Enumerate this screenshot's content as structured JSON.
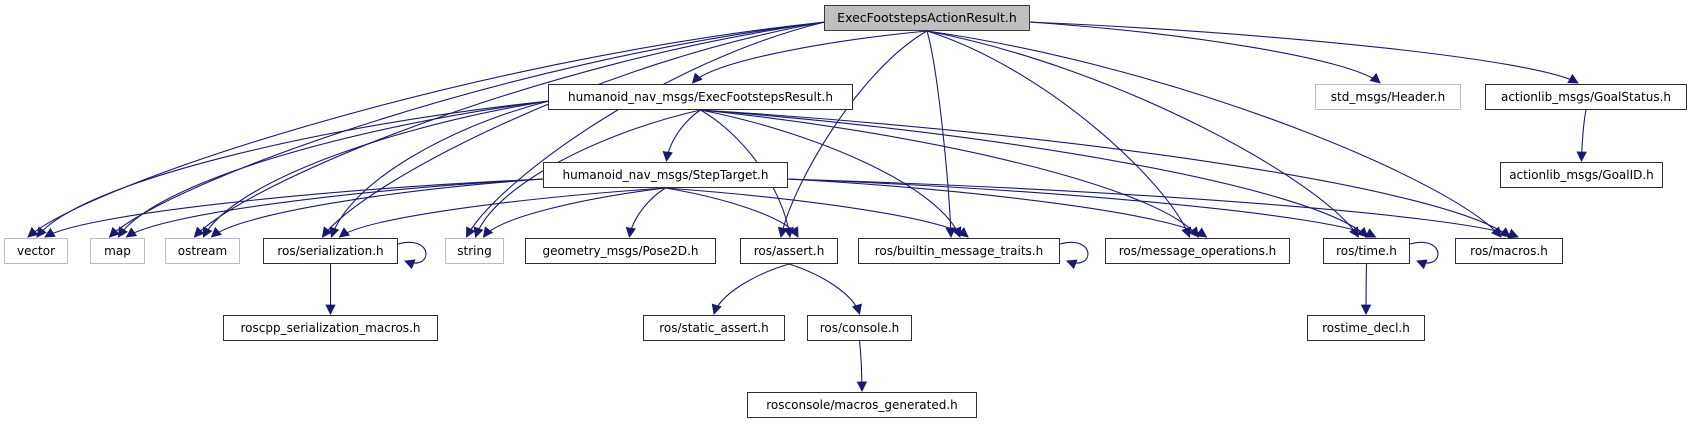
{
  "diagram": {
    "kind": "include-dependency-graph",
    "edge_color": "#191970",
    "root_fill": "#bfbfbf",
    "nodes": [
      {
        "id": "exec-footsteps-action-result",
        "label": "ExecFootstepsActionResult.h",
        "style": "root"
      },
      {
        "id": "exec-footsteps-result",
        "label": "humanoid_nav_msgs/ExecFootstepsResult.h",
        "style": "normal"
      },
      {
        "id": "std-msgs-header",
        "label": "std_msgs/Header.h",
        "style": "external"
      },
      {
        "id": "goal-status",
        "label": "actionlib_msgs/GoalStatus.h",
        "style": "normal"
      },
      {
        "id": "step-target",
        "label": "humanoid_nav_msgs/StepTarget.h",
        "style": "normal"
      },
      {
        "id": "goal-id",
        "label": "actionlib_msgs/GoalID.h",
        "style": "normal"
      },
      {
        "id": "vector",
        "label": "vector",
        "style": "external"
      },
      {
        "id": "map",
        "label": "map",
        "style": "external"
      },
      {
        "id": "ostream",
        "label": "ostream",
        "style": "external"
      },
      {
        "id": "ros-serialization",
        "label": "ros/serialization.h",
        "style": "normal"
      },
      {
        "id": "string",
        "label": "string",
        "style": "external"
      },
      {
        "id": "pose2d",
        "label": "geometry_msgs/Pose2D.h",
        "style": "normal"
      },
      {
        "id": "ros-assert",
        "label": "ros/assert.h",
        "style": "normal"
      },
      {
        "id": "builtin-message-traits",
        "label": "ros/builtin_message_traits.h",
        "style": "normal"
      },
      {
        "id": "message-operations",
        "label": "ros/message_operations.h",
        "style": "normal"
      },
      {
        "id": "ros-time",
        "label": "ros/time.h",
        "style": "normal"
      },
      {
        "id": "ros-macros",
        "label": "ros/macros.h",
        "style": "normal"
      },
      {
        "id": "roscpp-serialization-macros",
        "label": "roscpp_serialization_macros.h",
        "style": "normal"
      },
      {
        "id": "static-assert",
        "label": "ros/static_assert.h",
        "style": "normal"
      },
      {
        "id": "ros-console",
        "label": "ros/console.h",
        "style": "normal"
      },
      {
        "id": "rostime-decl",
        "label": "rostime_decl.h",
        "style": "normal"
      },
      {
        "id": "rosconsole-macros-generated",
        "label": "rosconsole/macros_generated.h",
        "style": "normal"
      }
    ],
    "edges": [
      {
        "from": "exec-footsteps-action-result",
        "to": "exec-footsteps-result"
      },
      {
        "from": "exec-footsteps-action-result",
        "to": "std-msgs-header"
      },
      {
        "from": "exec-footsteps-action-result",
        "to": "goal-status"
      },
      {
        "from": "exec-footsteps-action-result",
        "to": "vector"
      },
      {
        "from": "exec-footsteps-action-result",
        "to": "map"
      },
      {
        "from": "exec-footsteps-action-result",
        "to": "ostream"
      },
      {
        "from": "exec-footsteps-action-result",
        "to": "ros-serialization"
      },
      {
        "from": "exec-footsteps-action-result",
        "to": "string"
      },
      {
        "from": "exec-footsteps-action-result",
        "to": "ros-assert"
      },
      {
        "from": "exec-footsteps-action-result",
        "to": "builtin-message-traits"
      },
      {
        "from": "exec-footsteps-action-result",
        "to": "message-operations"
      },
      {
        "from": "exec-footsteps-action-result",
        "to": "ros-time"
      },
      {
        "from": "exec-footsteps-action-result",
        "to": "ros-macros"
      },
      {
        "from": "exec-footsteps-result",
        "to": "step-target"
      },
      {
        "from": "exec-footsteps-result",
        "to": "vector"
      },
      {
        "from": "exec-footsteps-result",
        "to": "map"
      },
      {
        "from": "exec-footsteps-result",
        "to": "ostream"
      },
      {
        "from": "exec-footsteps-result",
        "to": "ros-serialization"
      },
      {
        "from": "exec-footsteps-result",
        "to": "string"
      },
      {
        "from": "exec-footsteps-result",
        "to": "ros-assert"
      },
      {
        "from": "exec-footsteps-result",
        "to": "builtin-message-traits"
      },
      {
        "from": "exec-footsteps-result",
        "to": "message-operations"
      },
      {
        "from": "exec-footsteps-result",
        "to": "ros-time"
      },
      {
        "from": "exec-footsteps-result",
        "to": "ros-macros"
      },
      {
        "from": "step-target",
        "to": "pose2d"
      },
      {
        "from": "step-target",
        "to": "vector"
      },
      {
        "from": "step-target",
        "to": "map"
      },
      {
        "from": "step-target",
        "to": "ostream"
      },
      {
        "from": "step-target",
        "to": "ros-serialization"
      },
      {
        "from": "step-target",
        "to": "string"
      },
      {
        "from": "step-target",
        "to": "ros-assert"
      },
      {
        "from": "step-target",
        "to": "builtin-message-traits"
      },
      {
        "from": "step-target",
        "to": "message-operations"
      },
      {
        "from": "step-target",
        "to": "ros-time"
      },
      {
        "from": "step-target",
        "to": "ros-macros"
      },
      {
        "from": "ros-serialization",
        "to": "roscpp-serialization-macros"
      },
      {
        "from": "ros-assert",
        "to": "static-assert"
      },
      {
        "from": "ros-assert",
        "to": "ros-console"
      },
      {
        "from": "ros-console",
        "to": "rosconsole-macros-generated"
      },
      {
        "from": "ros-time",
        "to": "rostime-decl"
      },
      {
        "from": "goal-status",
        "to": "goal-id"
      },
      {
        "from": "ros-serialization",
        "to": "ros-serialization",
        "type": "self"
      },
      {
        "from": "builtin-message-traits",
        "to": "builtin-message-traits",
        "type": "self"
      },
      {
        "from": "ros-time",
        "to": "ros-time",
        "type": "self"
      }
    ]
  }
}
